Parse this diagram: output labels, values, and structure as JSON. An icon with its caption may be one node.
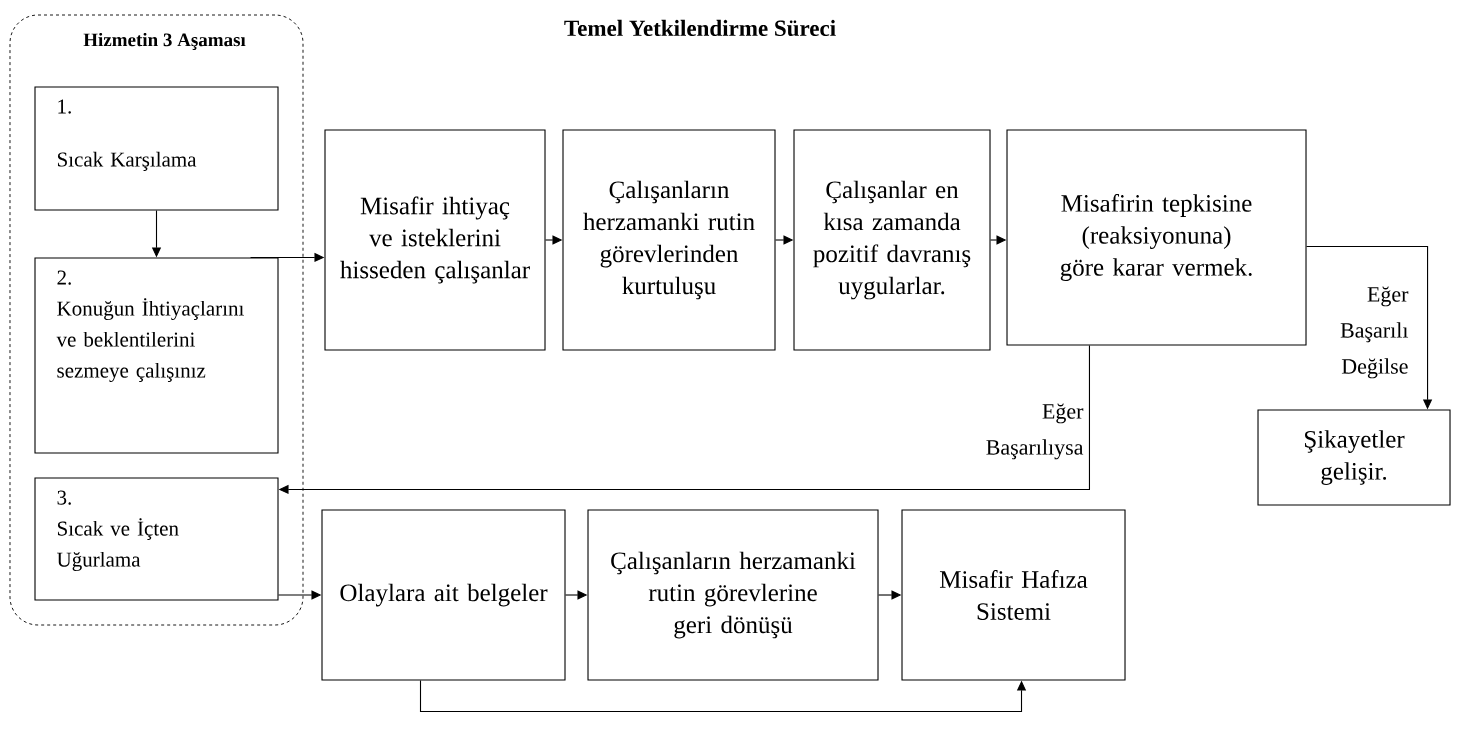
{
  "diagram": {
    "title": "Temel Yetkilendirme Süreci",
    "nodes": [
      {
        "text": [
          "Hizmetin 3 Aşaması"
        ]
      },
      {
        "text": [
          "1.",
          "Sıcak Karşılama"
        ],
        "in": 0
      },
      {
        "text": [
          "2.",
          "Konuğun İhtiyaçlarını ve beklentilerini sezmeye çalışınız"
        ],
        "in": 0
      },
      {
        "text": [
          "3.",
          "Sıcak ve İçten Uğurlama"
        ],
        "in": 0
      },
      {
        "text": [
          "Misafir ihtiyaç ve isteklerini hisseden çalışanlar"
        ]
      },
      {
        "text": [
          "Çalışanların herzamanki rutin görevlerinden kurtuluşu"
        ]
      },
      {
        "text": [
          "Çalışanlar en kısa zamanda pozitif davranış uygularlar."
        ]
      },
      {
        "text": [
          "Misafirin tepkisine (reaksiyonuna) göre karar vermek."
        ]
      },
      {
        "text": [
          "Şikayetler gelişir."
        ]
      },
      {
        "text": [
          "Olaylara ait belgeler"
        ]
      },
      {
        "text": [
          "Çalışanların herzamanki rutin görevlerine geri dönüşü"
        ]
      },
      {
        "text": [
          "Misafir Hafıza Sistemi"
        ]
      }
    ],
    "edges": [
      {
        "from": 1,
        "to": 2,
        "arrow": "to"
      },
      {
        "from": 2,
        "to": 4,
        "arrow": "to"
      },
      {
        "from": 4,
        "to": 5,
        "arrow": "to"
      },
      {
        "from": 5,
        "to": 6,
        "arrow": "to"
      },
      {
        "from": 6,
        "to": 7,
        "arrow": "to"
      },
      {
        "from": 7,
        "to": 8,
        "arrow": "to",
        "label": "Eğer Başarılı Değilse"
      },
      {
        "from": 7,
        "to": 3,
        "arrow": "to",
        "label": "Eğer Başarılıysa"
      },
      {
        "from": 3,
        "to": 9,
        "arrow": "to"
      },
      {
        "from": 9,
        "to": 10,
        "arrow": "to"
      },
      {
        "from": 10,
        "to": 11,
        "arrow": "to"
      },
      {
        "from": 9,
        "to": 11,
        "arrow": "to"
      }
    ]
  }
}
